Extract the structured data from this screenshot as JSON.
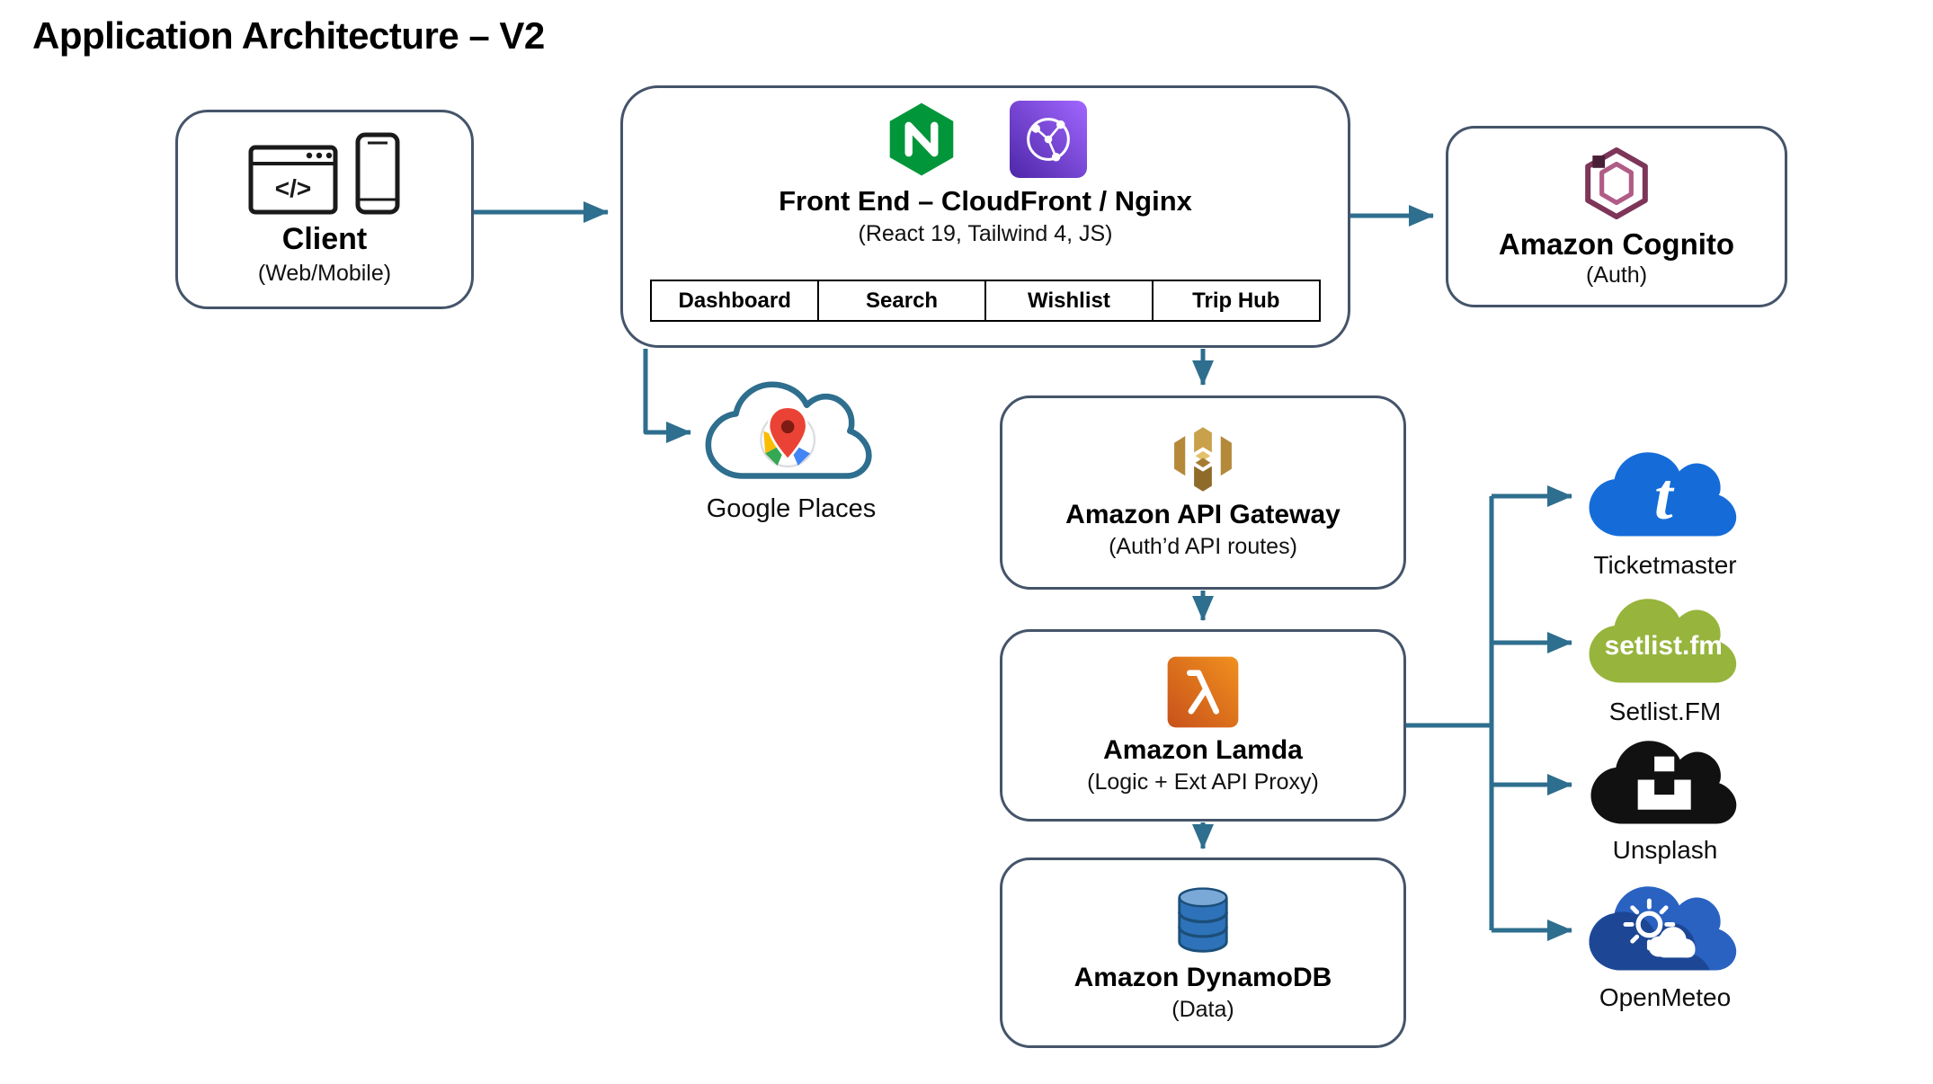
{
  "title": "Application Architecture – V2",
  "colors": {
    "arrow": "#2E6E8E",
    "box_border": "#44546A",
    "tab_border": "#000000",
    "nginx_green": "#009639",
    "cloudfront_purple_dark": "#4D27A8",
    "cloudfront_purple_light": "#A166FF",
    "cognito_plum_dark": "#7D3558",
    "cognito_plum_light": "#B05C86",
    "api_gateway_gold": "#C9A14A",
    "lambda_orange_dark": "#C8511B",
    "lambda_orange_light": "#F0901E",
    "dynamodb_blue": "#2E73B9",
    "ticketmaster_blue": "#156CD9",
    "setlist_green": "#97B43D",
    "unsplash_black": "#111111",
    "openmeteo_blue": "#2A62C2"
  },
  "nodes": {
    "client": {
      "title": "Client",
      "subtitle": "(Web/Mobile)",
      "icons": [
        "browser-icon",
        "mobile-phone-icon"
      ],
      "browser_glyph": "</>"
    },
    "frontend": {
      "title": "Front End – CloudFront / Nginx",
      "subtitle": "(React 19, Tailwind 4, JS)",
      "icons": [
        "nginx-icon",
        "cloudfront-icon"
      ],
      "tabs": [
        "Dashboard",
        "Search",
        "Wishlist",
        "Trip Hub"
      ]
    },
    "cognito": {
      "title": "Amazon Cognito",
      "subtitle": "(Auth)",
      "icon": "cognito-icon"
    },
    "google_places": {
      "label": "Google Places",
      "icon": "google-places-cloud-icon"
    },
    "api_gateway": {
      "title": "Amazon API Gateway",
      "subtitle": "(Auth’d API routes)",
      "icon": "api-gateway-icon"
    },
    "lambda": {
      "title": "Amazon Lamda",
      "subtitle": "(Logic + Ext API Proxy)",
      "icon": "lambda-icon"
    },
    "dynamodb": {
      "title": "Amazon DynamoDB",
      "subtitle": "(Data)",
      "icon": "dynamodb-icon"
    }
  },
  "external_services": [
    {
      "label": "Ticketmaster",
      "icon": "ticketmaster-cloud-icon",
      "logo_text": "t"
    },
    {
      "label": "Setlist.FM",
      "icon": "setlist-cloud-icon",
      "logo_text": "setlist.fm"
    },
    {
      "label": "Unsplash",
      "icon": "unsplash-cloud-icon"
    },
    {
      "label": "OpenMeteo",
      "icon": "openmeteo-cloud-icon"
    }
  ]
}
